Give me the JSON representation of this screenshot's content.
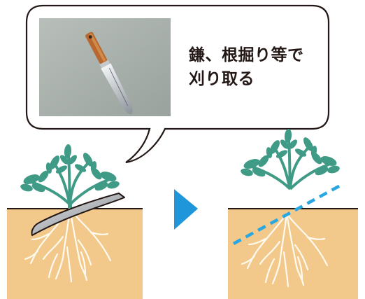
{
  "bubble": {
    "text_lines": [
      "鎌、根掘り等で",
      "刈り取る"
    ],
    "photo_icon": "weeding-knife-photo"
  },
  "steps": [
    {
      "scene": "before",
      "tool_icon": "sickle-blade-icon"
    },
    {
      "scene": "after",
      "cut_line_icon": "dashed-cut-line-icon"
    }
  ],
  "arrow_icon": "next-step-triangle-icon",
  "colors": {
    "soil": "#f2c98a",
    "soil_line": "#231815",
    "leaf": "#3f9a86",
    "root": "#fffaf0",
    "arrow": "#1e96d9",
    "cut_line": "#29a7e0",
    "photo_bg": "#a9b1ab"
  }
}
